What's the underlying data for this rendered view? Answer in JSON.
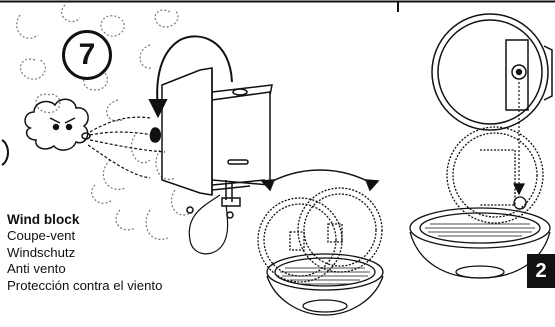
{
  "step": {
    "number": "7"
  },
  "caption": {
    "title": "Wind block",
    "lines": [
      "Coupe-vent",
      "Windschutz",
      "Anti vento",
      "Protección contra el viento"
    ]
  },
  "page": {
    "number": "2"
  },
  "icons": [
    "wind-cloud-icon",
    "rotate-arrow-icon",
    "swing-arrow-icon",
    "down-arrow-icon"
  ],
  "colors": {
    "ink": "#111111",
    "page_tab": "#111111",
    "background": "#ffffff"
  }
}
